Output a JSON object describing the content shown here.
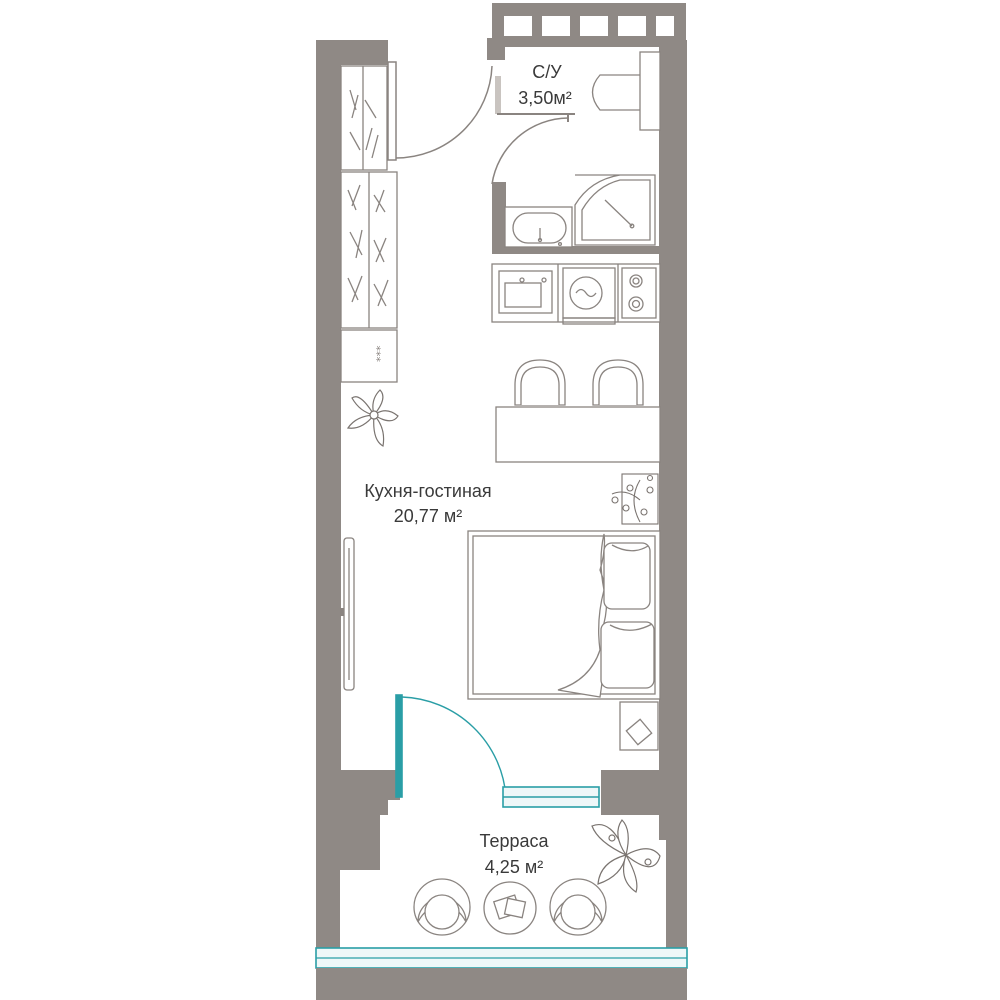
{
  "rooms": {
    "bathroom": {
      "name": "С/У",
      "area": "3,50м²"
    },
    "living": {
      "name": "Кухня-гостиная",
      "area": "20,77 м²"
    },
    "terrace": {
      "name": "Терраса",
      "area": "4,25 м²"
    }
  },
  "colors": {
    "wall": "#8f8985",
    "line": "#8a8480",
    "glass": "#2a9ea6",
    "glass_fill": "#eef7f8",
    "label": "#3a3a3a",
    "background": "#ffffff"
  },
  "icons": [
    "plant-icon",
    "toilet-icon",
    "shower-icon",
    "sink-icon",
    "washer-icon",
    "stove-icon",
    "bed-icon",
    "armchair-icon"
  ]
}
